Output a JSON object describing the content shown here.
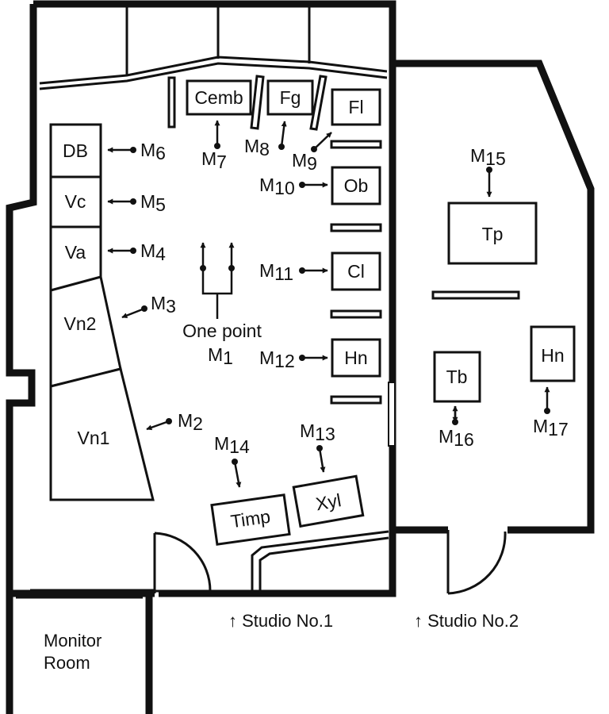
{
  "instruments": {
    "db": "DB",
    "vc": "Vc",
    "va": "Va",
    "vn2": "Vn2",
    "vn1": "Vn1",
    "cemb": "Cemb",
    "fg": "Fg",
    "fl": "Fl",
    "ob": "Ob",
    "cl": "Cl",
    "hn1": "Hn",
    "timp": "Timp",
    "xyl": "Xyl",
    "tp": "Tp",
    "tb": "Tb",
    "hn2": "Hn"
  },
  "mics": {
    "m1": "1",
    "m2": "2",
    "m3": "3",
    "m4": "4",
    "m5": "5",
    "m6": "6",
    "m7": "7",
    "m8": "8",
    "m9": "9",
    "m10": "10",
    "m11": "11",
    "m12": "12",
    "m13": "13",
    "m14": "14",
    "m15": "15",
    "m16": "16",
    "m17": "17"
  },
  "mic_prefix": "M",
  "labels": {
    "one_point": "One point",
    "studio1": "↑ Studio No.1",
    "studio2": "↑ Studio No.2",
    "monitor_line1": "Monitor",
    "monitor_line2": "Room"
  }
}
